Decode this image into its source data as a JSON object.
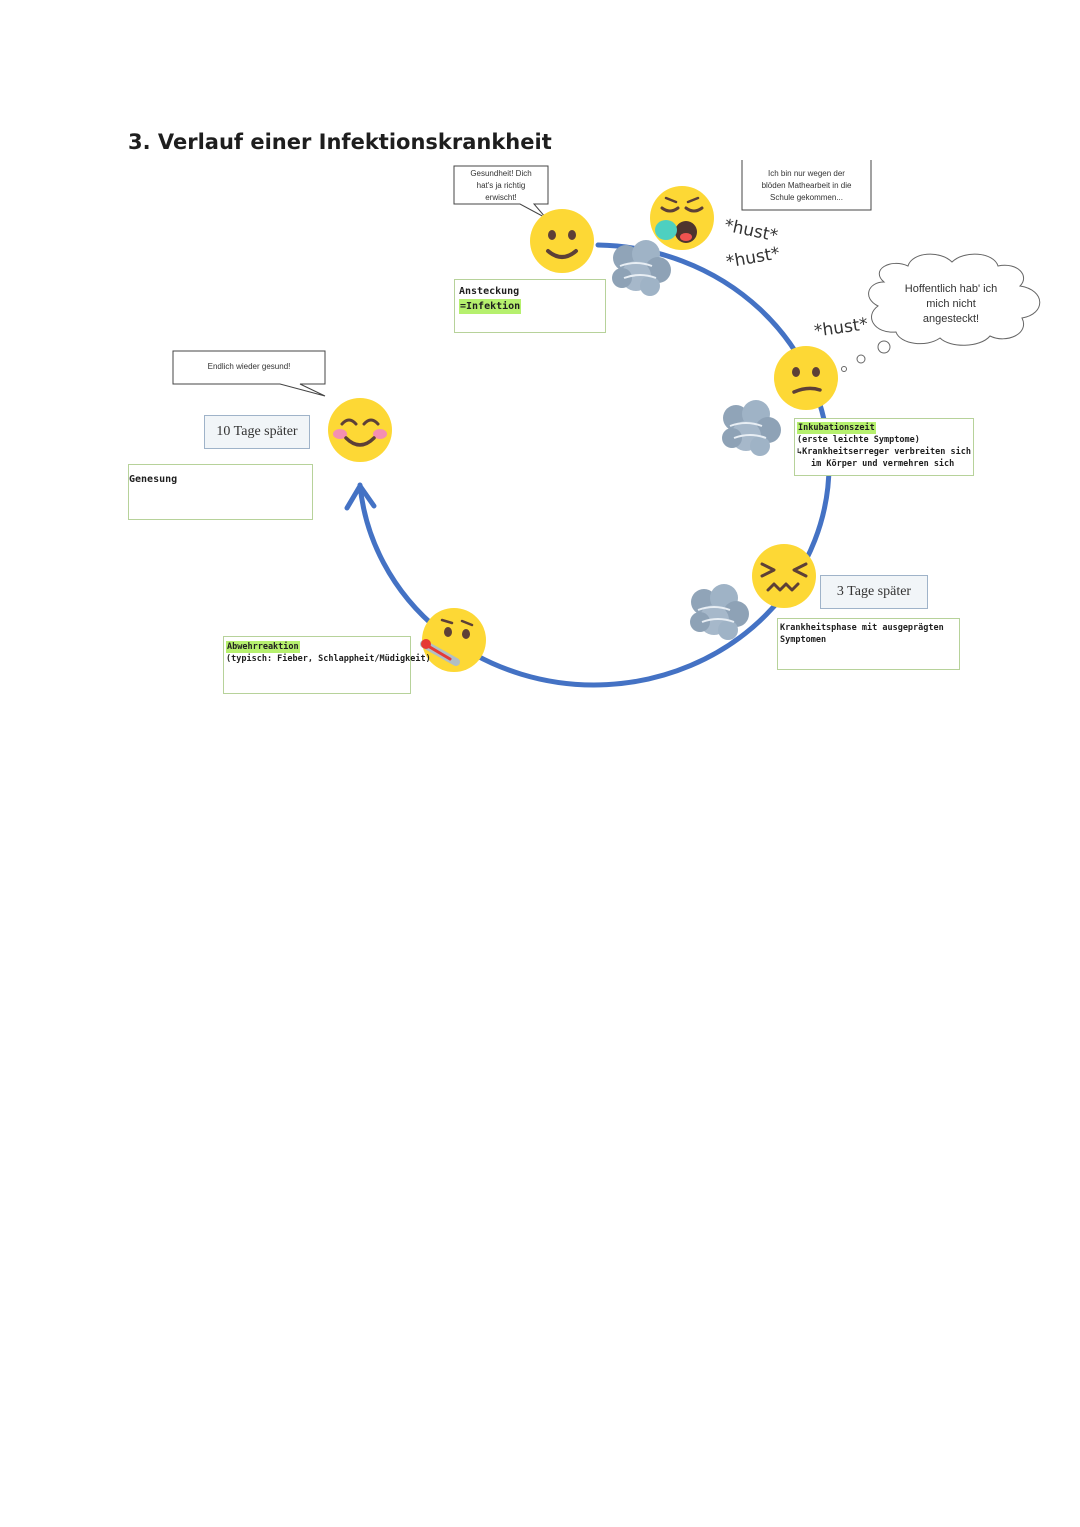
{
  "title": "3. Verlauf einer Infektionskrankheit",
  "speech_bubbles": {
    "gesundheit": [
      "Gesundheit! Dich",
      "hat's ja richtig",
      "erwischt!"
    ],
    "mathe": [
      "Ich bin nur wegen der",
      "blöden Mathearbeit in die",
      "Schule gekommen..."
    ],
    "gesund": [
      "Endlich wieder gesund!"
    ]
  },
  "thought_bubble": [
    "Hoffentlich hab' ich",
    "mich nicht",
    "angesteckt!"
  ],
  "coughs": {
    "first": "*hust*",
    "second": "*hust*",
    "third": "*hust*"
  },
  "notes": {
    "ansteckung": {
      "title": "Ansteckung",
      "line2": "=Infektion"
    },
    "inkubation": {
      "title": "Inkubationszeit",
      "line2": "(erste leichte Symptome)",
      "line3": "↳Krankheitserreger verbreiten sich",
      "line4": "im Körper und vermehren sich"
    },
    "krankheit": {
      "line1": "Krankheitsphase mit ausgeprägten",
      "line2": "Symptomen"
    },
    "abwehr": {
      "title": "Abwehrreaktion",
      "line2": "(typisch: Fieber, Schlappheit/Müdigkeit)"
    },
    "genesung": {
      "title": "Genesung"
    }
  },
  "time_labels": {
    "ten_days": "10 Tage später",
    "three_days": "3 Tage später"
  },
  "colors": {
    "cycle": "#4472c4",
    "emoji": "#fdd835",
    "note_border": "#b7d29a",
    "highlight": "#b6f06e",
    "cloud": "#90a4b8"
  }
}
